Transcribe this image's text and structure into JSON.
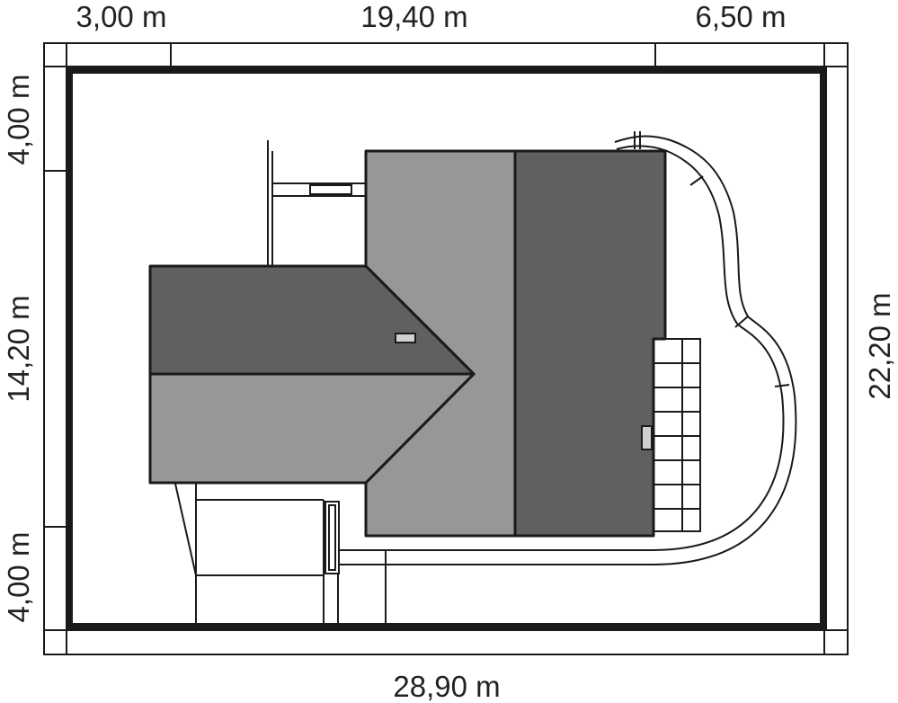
{
  "dimensions": {
    "top_left": "3,00 m",
    "top_middle": "19,40 m",
    "top_right": "6,50 m",
    "bottom": "28,90 m",
    "left_top": "4,00 m",
    "left_middle": "14,20 m",
    "left_bottom": "4,00 m",
    "right": "22,20 m"
  },
  "colors": {
    "roof_dark": "#606060",
    "roof_light": "#979797",
    "line": "#1a1a1a",
    "background": "#ffffff"
  }
}
